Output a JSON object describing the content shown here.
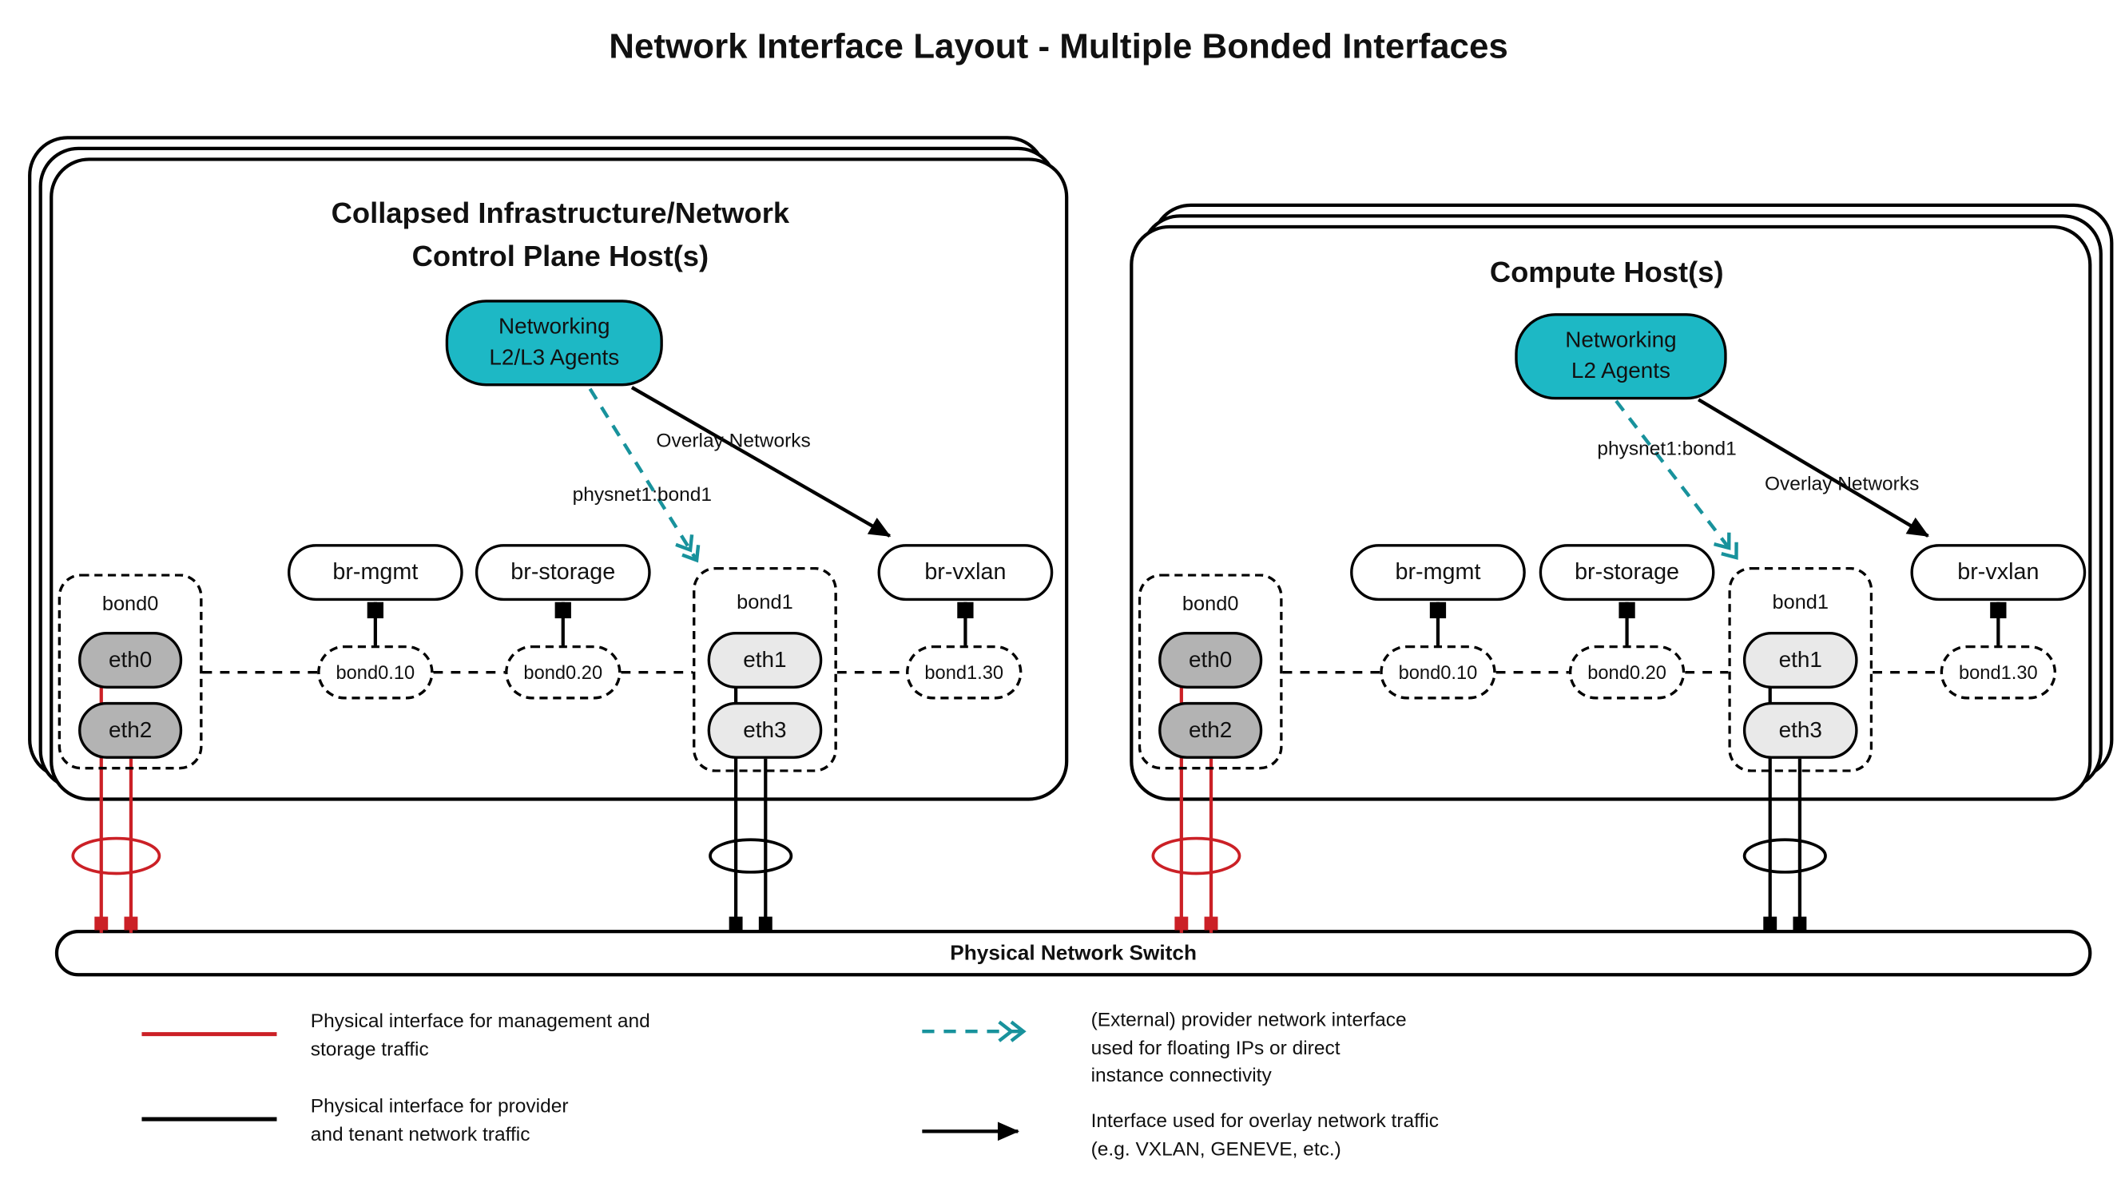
{
  "title": "Network Interface Layout - Multiple Bonded Interfaces",
  "colors": {
    "agent_box_fill": "#1db8c5",
    "provider_arrow_teal": "#18929c",
    "mgmt_storage_red": "#cb2026",
    "nic_dark_gray": "#b3b3b3",
    "nic_light_gray": "#e9e9e9"
  },
  "hosts": {
    "left": {
      "title_line1": "Collapsed Infrastructure/Network",
      "title_line2": "Control Plane Host(s)",
      "agent": {
        "line1": "Networking",
        "line2": "L2/L3 Agents"
      },
      "bridges": {
        "mgmt": "br-mgmt",
        "storage": "br-storage",
        "vxlan": "br-vxlan"
      },
      "bond0": {
        "label": "bond0",
        "nic1": "eth0",
        "nic2": "eth2",
        "vlan1": "bond0.10",
        "vlan2": "bond0.20"
      },
      "bond1": {
        "label": "bond1",
        "nic1": "eth1",
        "nic2": "eth3",
        "vlan1": "bond1.30"
      },
      "overlay_label": "Overlay Networks",
      "physnet_label": "physnet1:bond1"
    },
    "right": {
      "title": "Compute Host(s)",
      "agent": {
        "line1": "Networking",
        "line2": "L2 Agents"
      },
      "bridges": {
        "mgmt": "br-mgmt",
        "storage": "br-storage",
        "vxlan": "br-vxlan"
      },
      "bond0": {
        "label": "bond0",
        "nic1": "eth0",
        "nic2": "eth2",
        "vlan1": "bond0.10",
        "vlan2": "bond0.20"
      },
      "bond1": {
        "label": "bond1",
        "nic1": "eth1",
        "nic2": "eth3",
        "vlan1": "bond1.30"
      },
      "overlay_label": "Overlay Networks",
      "physnet_label": "physnet1:bond1"
    }
  },
  "switch": {
    "label": "Physical Network Switch"
  },
  "legend": {
    "mgmt_storage": {
      "line1": "Physical interface for management and",
      "line2": "storage traffic"
    },
    "provider_tenant": {
      "line1": "Physical interface for provider",
      "line2": "and tenant network traffic"
    },
    "external_provider": {
      "line1": "(External) provider network interface",
      "line2": "used for floating IPs or direct",
      "line3": "instance connectivity"
    },
    "overlay": {
      "line1": "Interface used for overlay network traffic",
      "line2": "(e.g. VXLAN, GENEVE, etc.)"
    }
  }
}
